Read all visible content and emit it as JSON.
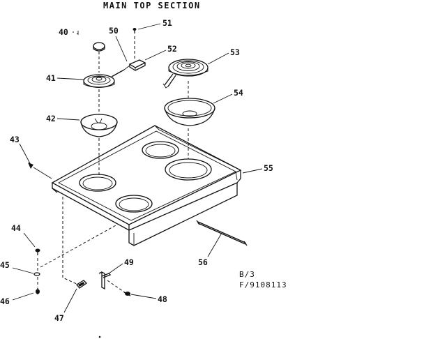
{
  "title": "MAIN TOP SECTION",
  "footer": {
    "line1": "B/3",
    "line2": "F/9108113"
  },
  "callouts": {
    "c40": "40",
    "c41": "41",
    "c42": "42",
    "c43": "43",
    "c44": "44",
    "c45": "45",
    "c46": "46",
    "c47": "47",
    "c48": "48",
    "c49": "49",
    "c50": "50",
    "c51": "51",
    "c52": "52",
    "c53": "53",
    "c54": "54",
    "c55": "55",
    "c56": "56"
  }
}
